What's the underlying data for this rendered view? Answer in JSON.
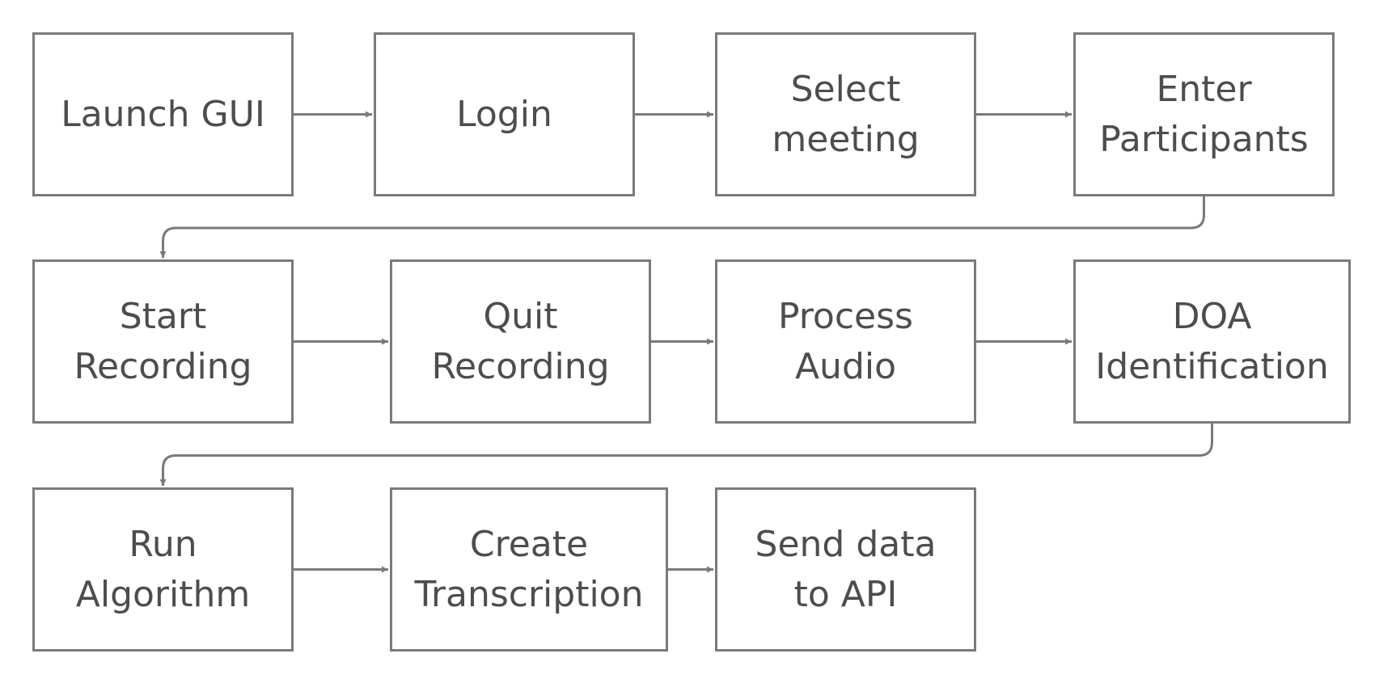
{
  "colors": {
    "stroke": "#7a7a7a",
    "text": "#4d4d4d",
    "background": "#ffffff"
  },
  "nodes": [
    {
      "id": "launch-gui",
      "label": "Launch GUI"
    },
    {
      "id": "login",
      "label": "Login"
    },
    {
      "id": "select-meeting",
      "label": "Select\nmeeting"
    },
    {
      "id": "enter-participants",
      "label": "Enter\nParticipants"
    },
    {
      "id": "start-recording",
      "label": "Start\nRecording"
    },
    {
      "id": "quit-recording",
      "label": "Quit\nRecording"
    },
    {
      "id": "process-audio",
      "label": "Process\nAudio"
    },
    {
      "id": "doa-identification",
      "label": "DOA\nIdentification"
    },
    {
      "id": "run-algorithm",
      "label": "Run\nAlgorithm"
    },
    {
      "id": "create-transcription",
      "label": "Create\nTranscription"
    },
    {
      "id": "send-data-to-api",
      "label": "Send data\nto API"
    }
  ],
  "edges": [
    {
      "from": "launch-gui",
      "to": "login"
    },
    {
      "from": "login",
      "to": "select-meeting"
    },
    {
      "from": "select-meeting",
      "to": "enter-participants"
    },
    {
      "from": "enter-participants",
      "to": "start-recording"
    },
    {
      "from": "start-recording",
      "to": "quit-recording"
    },
    {
      "from": "quit-recording",
      "to": "process-audio"
    },
    {
      "from": "process-audio",
      "to": "doa-identification"
    },
    {
      "from": "doa-identification",
      "to": "run-algorithm"
    },
    {
      "from": "run-algorithm",
      "to": "create-transcription"
    },
    {
      "from": "create-transcription",
      "to": "send-data-to-api"
    }
  ]
}
